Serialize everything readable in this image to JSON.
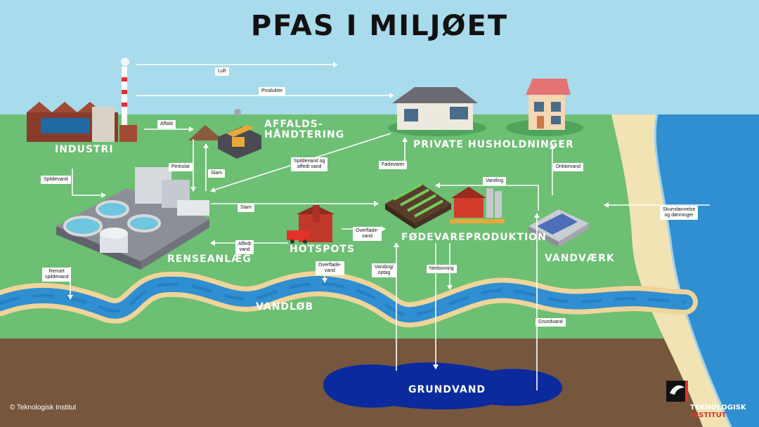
{
  "title": "PFAS I MILJØET",
  "colors": {
    "sky": "#a8dbeb",
    "grass": "#6cbf73",
    "soil": "#76573e",
    "water": "#2f8fd0",
    "groundwater": "#0a2a9e",
    "accent": "#e4322b"
  },
  "nodes": {
    "industri": "INDUSTRI",
    "affald": "AFFALDS-\nHÅNDTERING",
    "husholdninger": "PRIVATE HUSHOLDNINGER",
    "renseanlaeg": "RENSEANLÆG",
    "hotspots": "HOTSPOTS",
    "foedevare": "FØDEVAREPRODUKTION",
    "vandvaerk": "VANDVÆRK",
    "vandloeb": "VANDLØB",
    "grundvand": "GRUNDVAND"
  },
  "flows": {
    "luft": "Luft",
    "produkter": "Produkter",
    "affald": "Affald",
    "perkolat": "Perkolat",
    "slam1": "Slam",
    "spildevand_affald": "Spildevand og\naffedt vand",
    "foedevarer": "Fødevarer",
    "vanding": "Vanding",
    "drikkevand": "Drikkevand",
    "spildevand": "Spildevand",
    "slam2": "Slam",
    "skumdannelse": "Skumdannelse\nog dønninger",
    "affedt_vand": "Affedt\nvand",
    "overfladevand1": "Overflade-\nvand",
    "overfladevand2": "Overflade-\nvand",
    "renset_spildevand": "Renset\nspildevand",
    "vanding_optag": "Vanding/\noptag",
    "nedsivning": "Nedsivning",
    "grundvand": "Grundvand"
  },
  "footer": {
    "copyright": "© Teknologisk Institut",
    "brand_line1": "TEKNOLOGISK",
    "brand_line2": "INSTITUT"
  }
}
